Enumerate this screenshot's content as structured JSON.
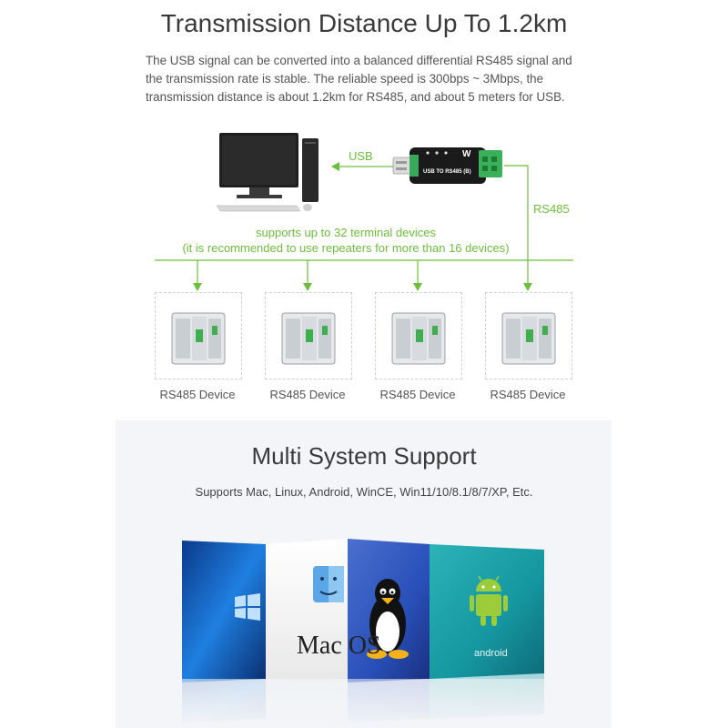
{
  "section1": {
    "title": "Transmission Distance Up To 1.2km",
    "description": "The USB signal can be converted into a balanced differential RS485 signal and the transmission rate is stable. The reliable speed is 300bps ~ 3Mbps, the transmission distance is about 1.2km for RS485, and about 5 meters for USB.",
    "usb_label": "USB",
    "rs485_label": "RS485",
    "device_text": "USB TO RS485 (B)",
    "support_line1": "supports up to 32 terminal devices",
    "support_line2": "(it is recommended to use repeaters for more than 16 devices)",
    "devices": [
      "RS485 Device",
      "RS485 Device",
      "RS485 Device",
      "RS485 Device"
    ]
  },
  "section2": {
    "title": "Multi System Support",
    "subtitle": "Supports Mac, Linux, Android, WinCE, Win11/10/8.1/8/7/XP, Etc.",
    "mac_text": "Mac OS",
    "android_text": "android"
  },
  "colors": {
    "accent_green": "#6cbf3a",
    "title_gray": "#3a3a3a"
  }
}
